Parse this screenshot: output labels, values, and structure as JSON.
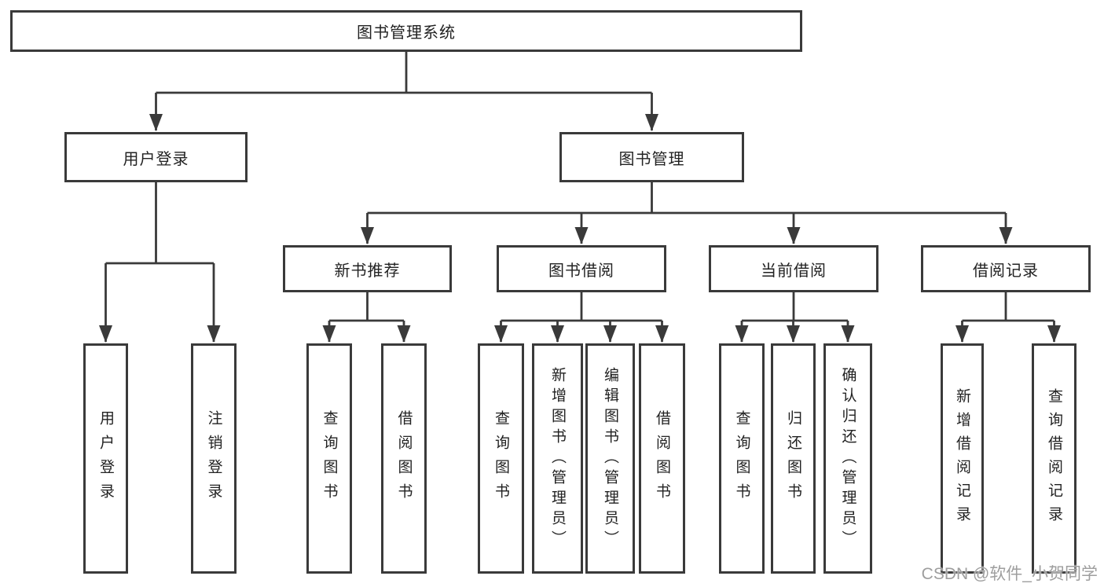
{
  "diagram": {
    "title": "图书管理系统",
    "branches": [
      {
        "label": "用户登录",
        "children": [
          {
            "label": "用户登录"
          },
          {
            "label": "注销登录"
          }
        ]
      },
      {
        "label": "图书管理",
        "children": [
          {
            "label": "新书推荐",
            "children": [
              {
                "label": "查询图书"
              },
              {
                "label": "借阅图书"
              }
            ]
          },
          {
            "label": "图书借阅",
            "children": [
              {
                "label": "查询图书"
              },
              {
                "label": "新增图书（管理员）"
              },
              {
                "label": "编辑图书（管理员）"
              },
              {
                "label": "借阅图书"
              }
            ]
          },
          {
            "label": "当前借阅",
            "children": [
              {
                "label": "查询图书"
              },
              {
                "label": "归还图书"
              },
              {
                "label": "确认归还（管理员）"
              }
            ]
          },
          {
            "label": "借阅记录",
            "children": [
              {
                "label": "新增借阅记录"
              },
              {
                "label": "查询借阅记录"
              }
            ]
          }
        ]
      }
    ]
  },
  "watermark": {
    "text": "CSDN @软件_小贺同学"
  },
  "colors": {
    "line": "#3a3a3a",
    "text": "#222222",
    "background": "#ffffff",
    "watermark": "#9e9e9e"
  }
}
